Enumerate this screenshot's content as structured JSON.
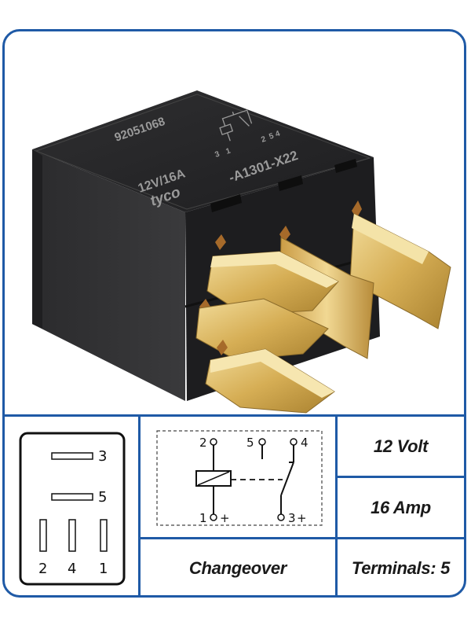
{
  "product_photo": {
    "part_number": "92051068",
    "rating_marking": "12V/16A",
    "brand_marking": "tyco",
    "model_marking": "-A1301-X22",
    "schematic_pins": [
      "3",
      "1",
      "2",
      "5",
      "4"
    ]
  },
  "pinout": {
    "pins": [
      "3",
      "5",
      "2",
      "4",
      "1"
    ]
  },
  "circuit": {
    "labels": {
      "pin2": "2",
      "pin5": "5",
      "pin4": "4",
      "pin1": "1",
      "pin1_sign": "+",
      "pin3": "3",
      "pin3_sign": "+"
    }
  },
  "specs": {
    "voltage": "12 Volt",
    "current": "16 Amp",
    "type": "Changeover",
    "terminals": "Terminals: 5"
  },
  "colors": {
    "border": "#1f5aa6",
    "relay_body": "#2a2a2c",
    "terminal_brass": "#d9b45a"
  }
}
